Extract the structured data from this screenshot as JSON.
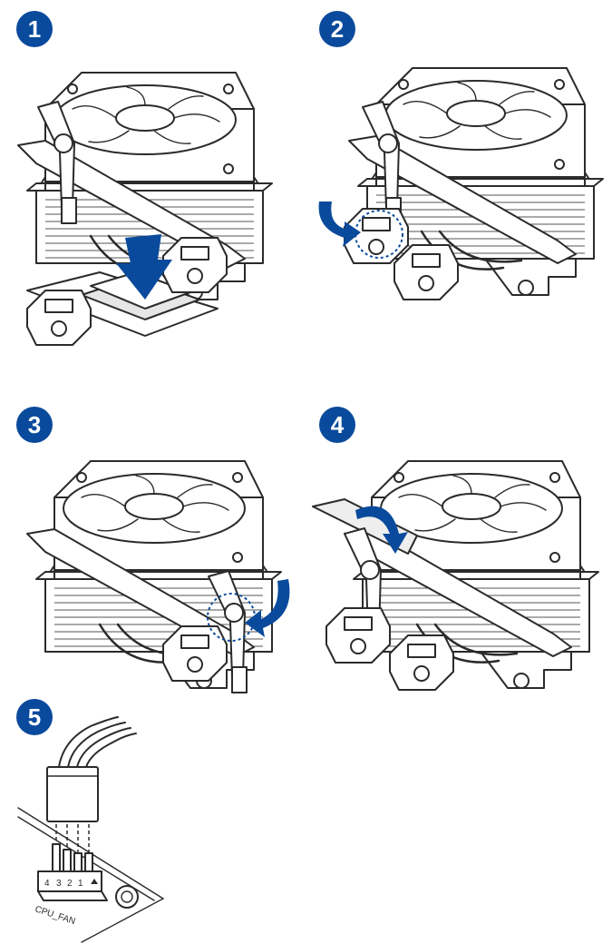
{
  "accent_color": "#0a4a9c",
  "steps": [
    {
      "number": "1"
    },
    {
      "number": "2"
    },
    {
      "number": "3"
    },
    {
      "number": "4"
    },
    {
      "number": "5"
    }
  ],
  "header": {
    "label": "CPU_FAN",
    "pins": [
      "4",
      "3",
      "2",
      "1"
    ]
  },
  "icons": {
    "arrow": "curved-arrow-icon",
    "fan": "fan-icon"
  }
}
